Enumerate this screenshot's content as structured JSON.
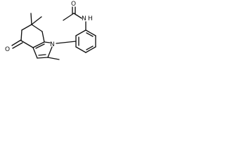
{
  "atom_labels": {
    "amide_nitrogen": "N",
    "amide_hydrogen": "H",
    "amide_oxygen": "O",
    "ring_nitrogen": "N",
    "ketone_oxygen": "O"
  }
}
